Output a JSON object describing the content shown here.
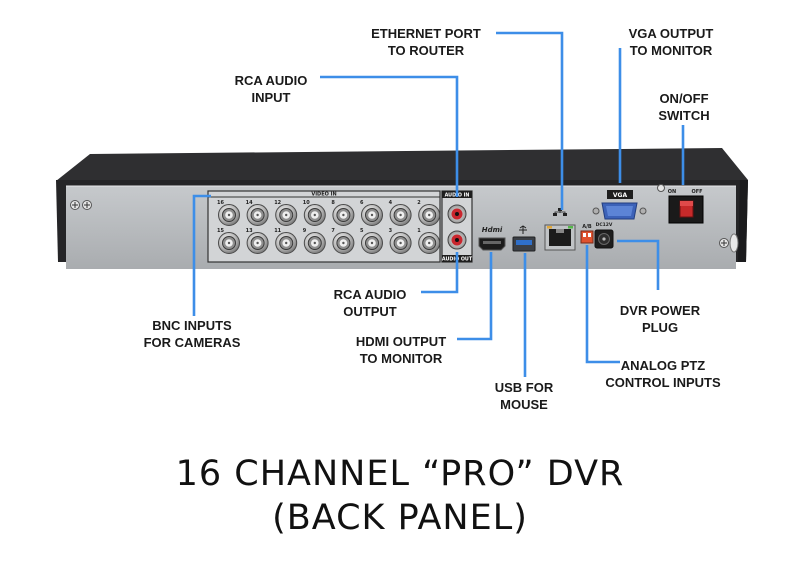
{
  "labels": {
    "ethernet": [
      "ETHERNET PORT",
      "TO ROUTER"
    ],
    "vga": [
      "VGA OUTPUT",
      "TO MONITOR"
    ],
    "rca_in": [
      "RCA AUDIO",
      "INPUT"
    ],
    "switch": [
      "ON/OFF",
      "SWITCH"
    ],
    "rca_out": [
      "RCA AUDIO",
      "OUTPUT"
    ],
    "bnc": [
      "BNC INPUTS",
      "FOR CAMERAS"
    ],
    "hdmi": [
      "HDMI OUTPUT",
      "TO MONITOR"
    ],
    "usb": [
      "USB FOR",
      "MOUSE"
    ],
    "power": [
      "DVR POWER",
      "PLUG"
    ],
    "ptz": [
      "ANALOG PTZ",
      "CONTROL INPUTS"
    ]
  },
  "panel": {
    "video_in": "VIDEO IN",
    "audio_in": "AUDIO IN",
    "audio_out": "AUDIO OUT",
    "hdmi_logo": "Hdmi",
    "vga": "VGA",
    "on": "ON",
    "off": "OFF",
    "ab": "A/B",
    "dc": "DC12V",
    "top_row": [
      "16",
      "14",
      "12",
      "10",
      "8",
      "6",
      "4",
      "2"
    ],
    "bottom_row": [
      "15",
      "13",
      "11",
      "9",
      "7",
      "5",
      "3",
      "1"
    ]
  },
  "title": [
    "16 CHANNEL “PRO” DVR",
    "(BACK PANEL)"
  ],
  "colors": {
    "callout": "#3d8ee8",
    "chassis": "#2b2b2d",
    "panel": "#b9bcbf"
  }
}
